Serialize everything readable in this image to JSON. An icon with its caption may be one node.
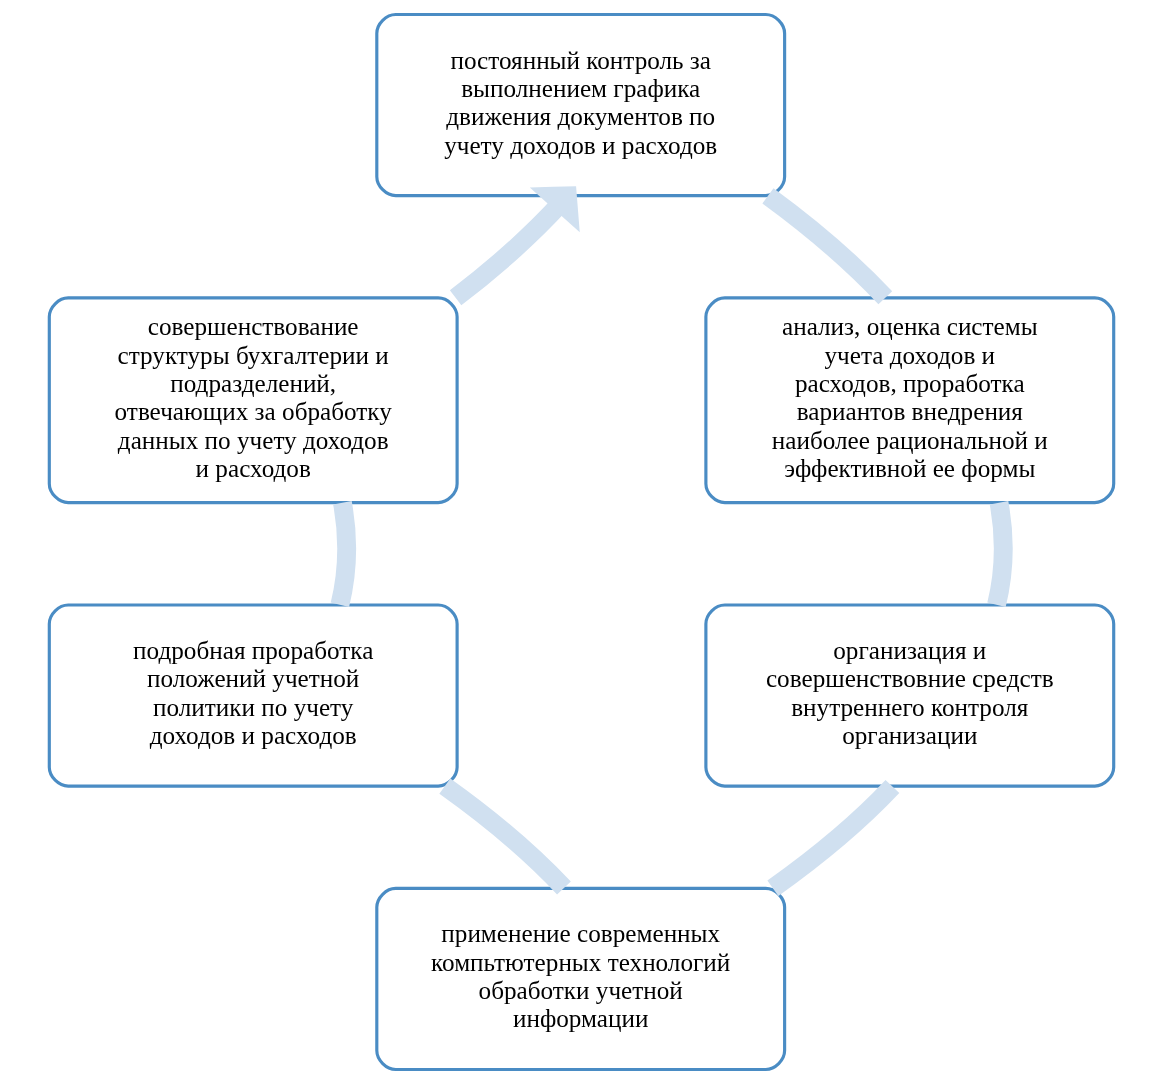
{
  "diagram": {
    "nodes": [
      {
        "text": [
          "постоянный контроль за выполнением графика движения документов по учету доходов и расходов"
        ]
      },
      {
        "text": [
          "совершенствование структуры бухгалтерии и подразделений, отвечающих за обработку данных по учету доходов и расходов"
        ]
      },
      {
        "text": [
          "анализ, оценка системы учета доходов и расходов, проработка вариантов внедрения наиболее рациональной и эффективной ее формы"
        ]
      },
      {
        "text": [
          "подробная проработка положений учетной политики по учету доходов и расходов"
        ]
      },
      {
        "text": [
          "организация и совершенствовние средств внутреннего контроля организации"
        ]
      },
      {
        "text": [
          "применение современных компьтютерных технологий обработки учетной информации"
        ]
      }
    ],
    "edges": [
      {
        "from": 0,
        "to": 2,
        "arrow": "none"
      },
      {
        "from": 2,
        "to": 4,
        "arrow": "none"
      },
      {
        "from": 4,
        "to": 5,
        "arrow": "none"
      },
      {
        "from": 5,
        "to": 3,
        "arrow": "none"
      },
      {
        "from": 3,
        "to": 1,
        "arrow": "none"
      },
      {
        "from": 1,
        "to": 0,
        "arrow": "to"
      }
    ]
  }
}
